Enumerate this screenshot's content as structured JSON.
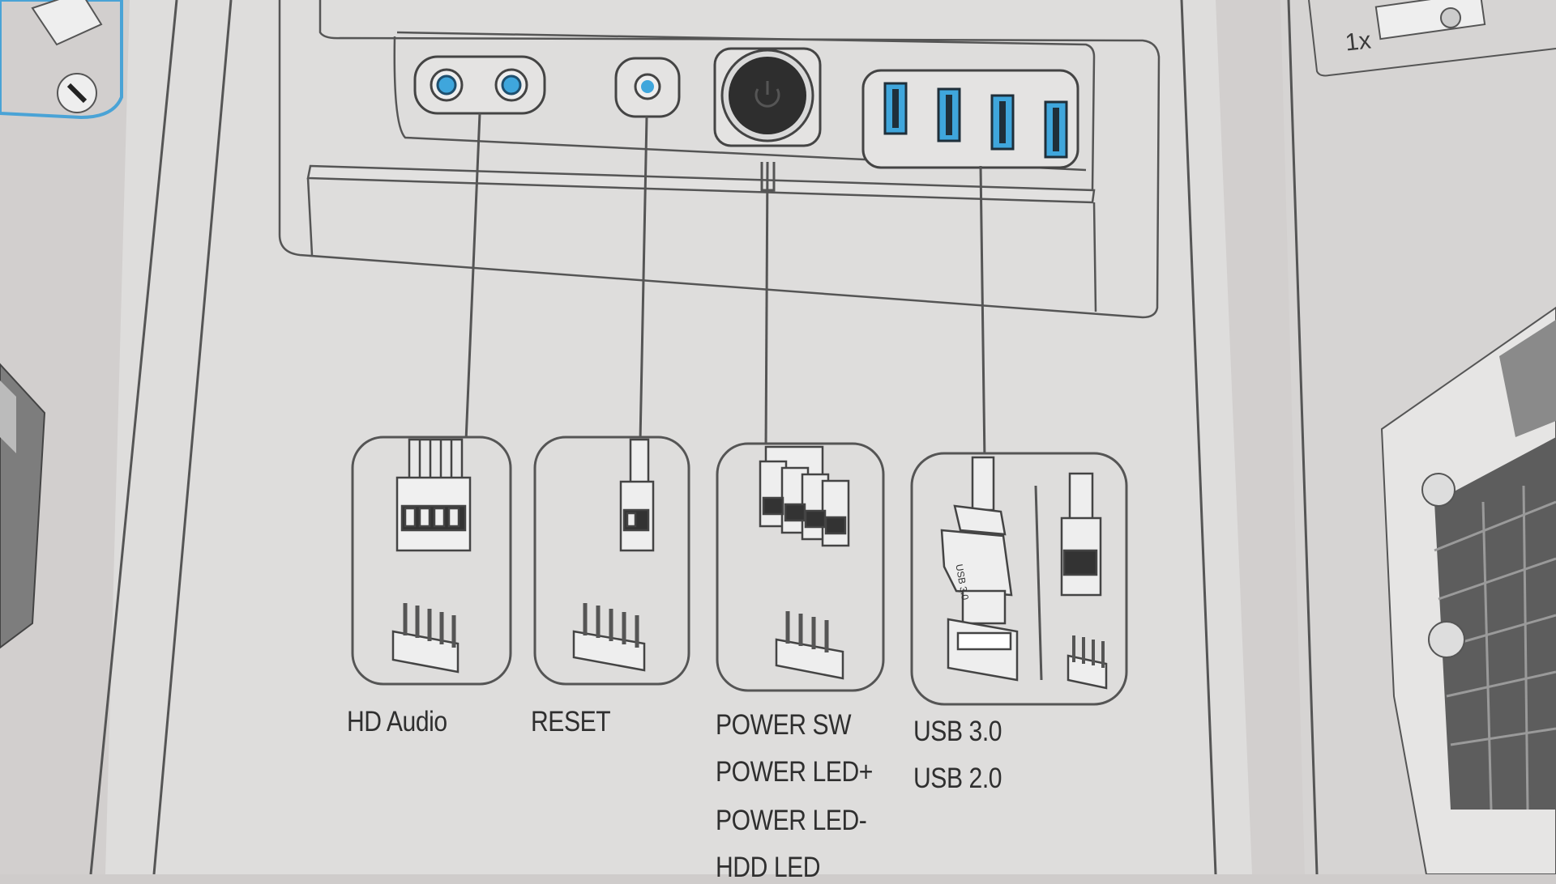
{
  "colors": {
    "paper": "#dddcdb",
    "ink": "#444444",
    "accent": "#3fa6dc"
  },
  "side_panel": {
    "quantity": "1x"
  },
  "front_panel": {
    "ports": [
      {
        "name": "hd-audio-jack-icon"
      },
      {
        "name": "reset-button-icon"
      },
      {
        "name": "power-button-icon"
      },
      {
        "name": "usb-port-icon"
      }
    ]
  },
  "connectors": {
    "hd_audio": "HD Audio",
    "reset": "RESET",
    "power_sw": "POWER SW",
    "power_led_plus": "POWER LED+",
    "power_led_minus": "POWER LED-",
    "hdd_led": "HDD LED",
    "usb3": "USB 3.0",
    "usb2": "USB 2.0"
  }
}
